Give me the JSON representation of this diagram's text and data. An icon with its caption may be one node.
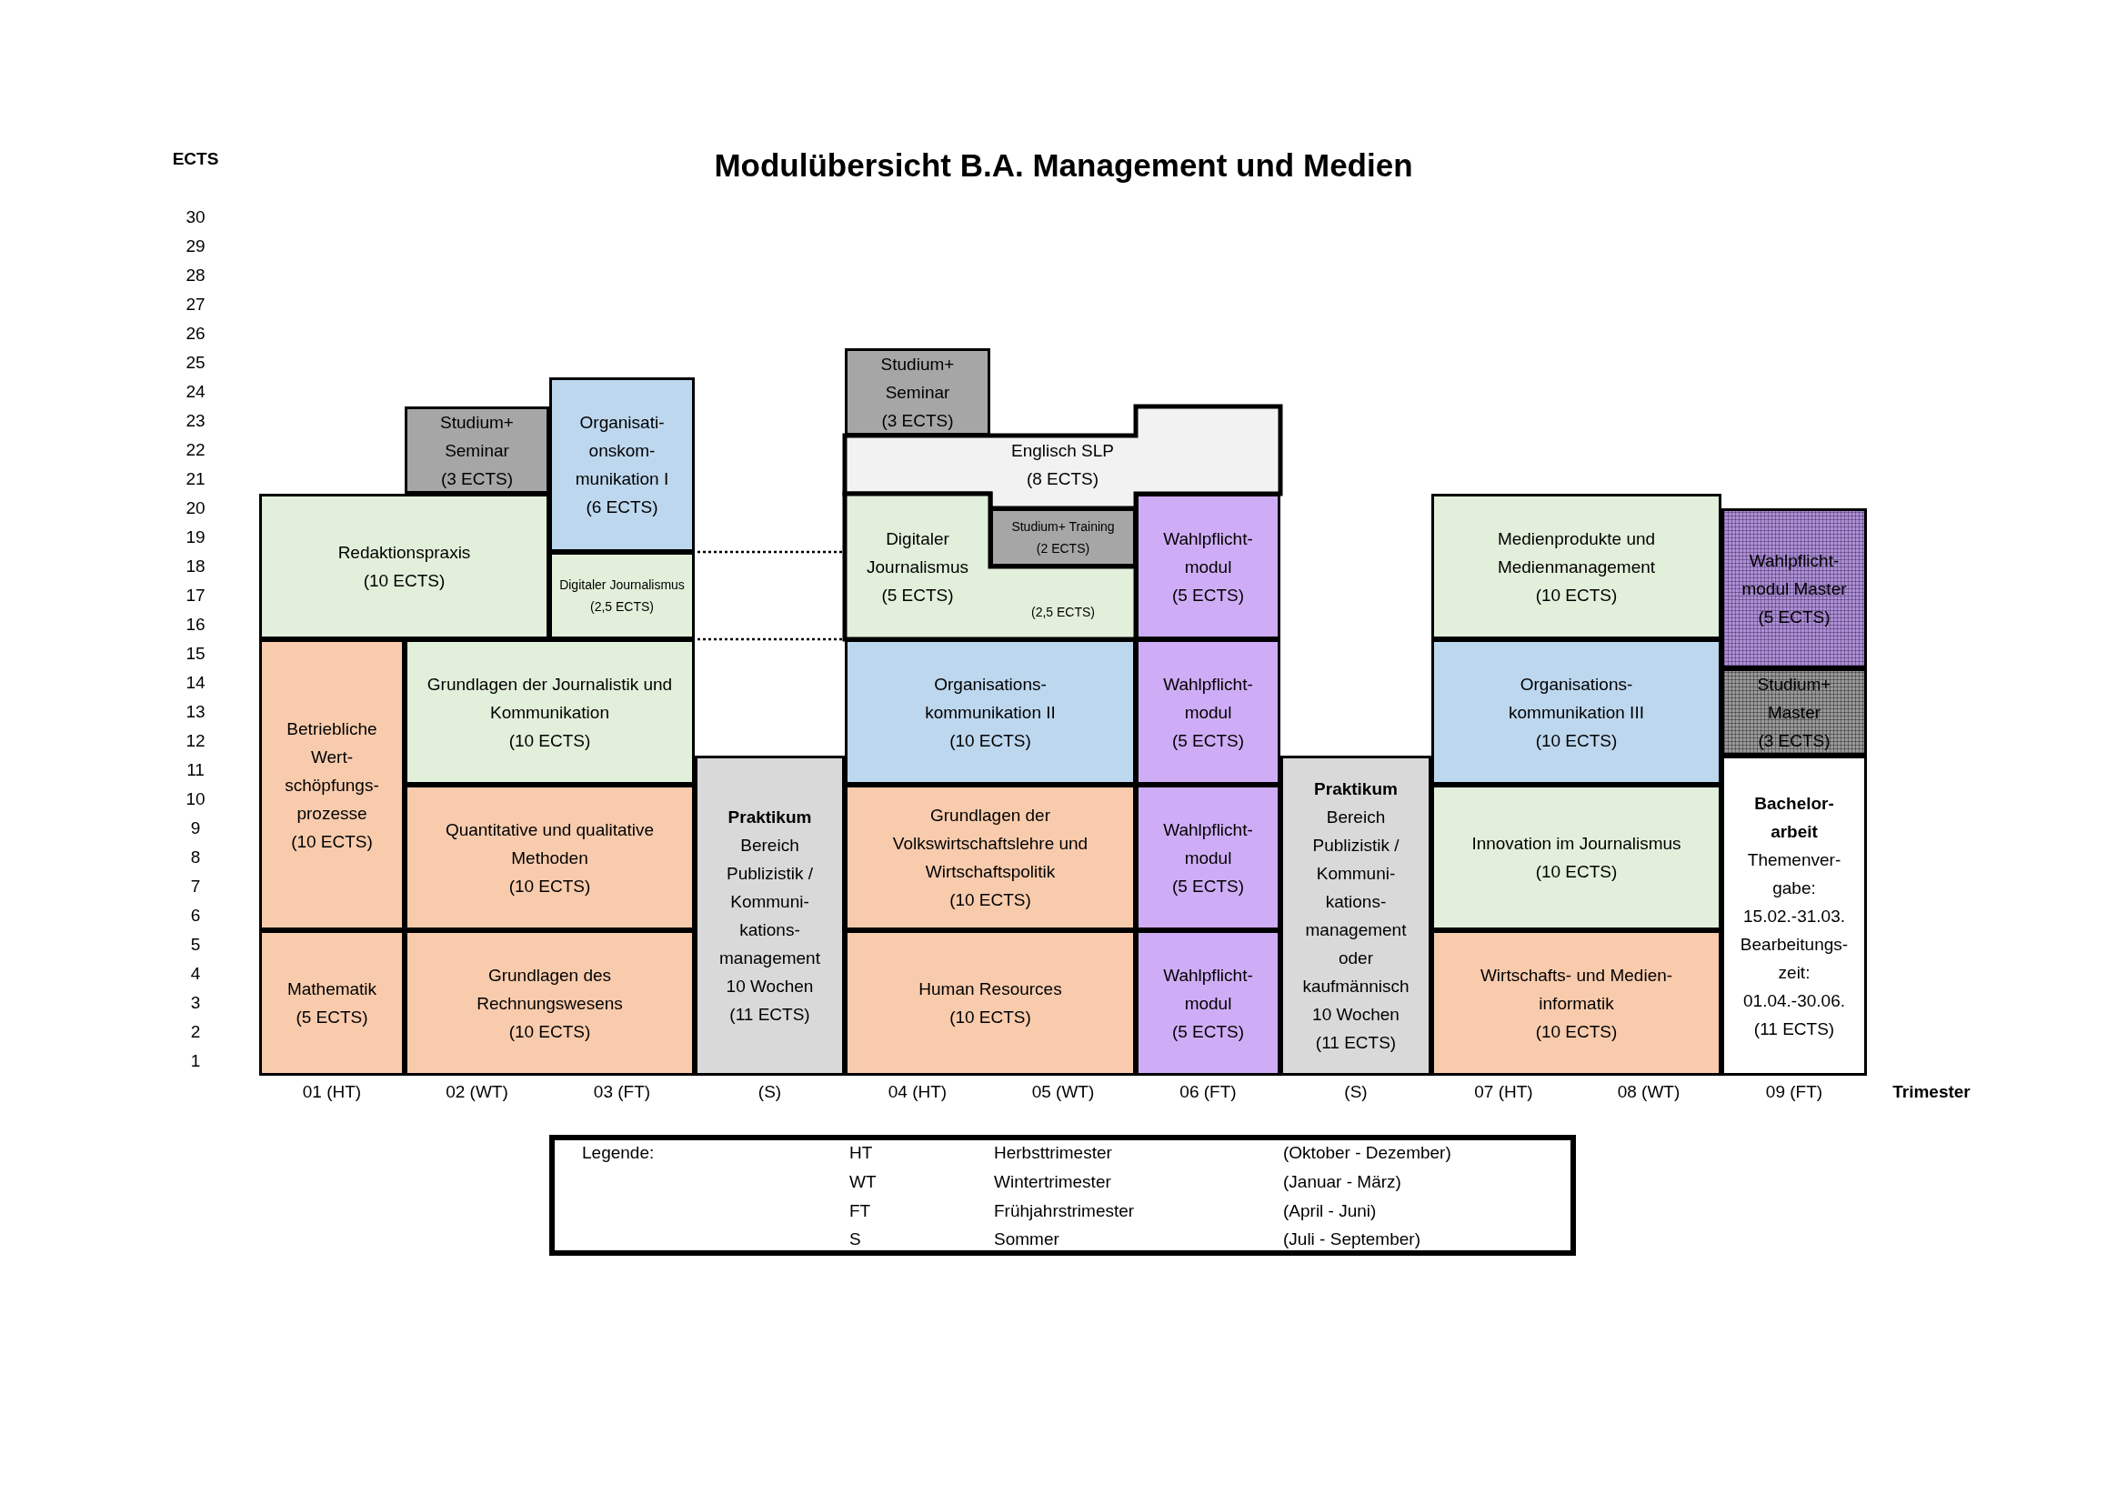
{
  "diagram": {
    "title": "Modulübersicht B.A. Management und Medien",
    "nodes": [
      {
        "text": [
          "Redaktionspraxis (10 ECTS)"
        ]
      },
      {
        "text": [
          "Studium+ Seminar (3 ECTS)"
        ]
      },
      {
        "text": [
          "Organisati- onskom- munikation I (6 ECTS)"
        ]
      },
      {
        "text": [
          "Digitaler Journalismus (2,5 ECTS)"
        ]
      },
      {
        "text": [
          "Grundlagen der Journalistik und Kommunikation (10 ECTS)"
        ]
      },
      {
        "text": [
          "Betriebliche Wert- schöpfungs- prozesse (10 ECTS)"
        ]
      },
      {
        "text": [
          "Quantitative und qualitative Methoden (10 ECTS)"
        ]
      },
      {
        "text": [
          "Mathematik (5 ECTS)"
        ]
      },
      {
        "text": [
          "Grundlagen des Rechnungswesens (10 ECTS)"
        ]
      },
      {
        "text": [
          "Praktikum",
          "Bereich Publizistik / Kommuni- kations- management 10 Wochen (11 ECTS)"
        ]
      },
      {
        "text": [
          "Studium+ Seminar (3 ECTS)"
        ]
      },
      {
        "text": [
          "Englisch SLP (8 ECTS)"
        ]
      },
      {
        "text": [
          "Digitaler Journalismus (5 ECTS)",
          "(2,5 ECTS)"
        ]
      },
      {
        "text": [
          "Studium+ Training (2 ECTS)"
        ]
      },
      {
        "text": [
          "Wahlpflicht- modul (5 ECTS)"
        ]
      },
      {
        "text": [
          "Organisations- kommunikation II (10 ECTS)"
        ]
      },
      {
        "text": [
          "Wahlpflicht- modul (5 ECTS)"
        ]
      },
      {
        "text": [
          "Grundlagen der Volkswirtschaftslehre und Wirtschaftspolitik (10 ECTS)"
        ]
      },
      {
        "text": [
          "Wahlpflicht- modul (5 ECTS)"
        ]
      },
      {
        "text": [
          "Human Resources (10 ECTS)"
        ]
      },
      {
        "text": [
          "Wahlpflicht- modul (5 ECTS)"
        ]
      },
      {
        "text": [
          "Praktikum",
          "Bereich Publizistik / Kommuni- kations- management oder kaufmännisch 10 Wochen (11 ECTS)"
        ]
      },
      {
        "text": [
          "Medienprodukte und Medienmanagement (10 ECTS)"
        ]
      },
      {
        "text": [
          "Organisations- kommunikation III (10 ECTS)"
        ]
      },
      {
        "text": [
          "Innovation im Journalismus (10 ECTS)"
        ]
      },
      {
        "text": [
          "Wirtschafts- und Medien- informatik (10 ECTS)"
        ]
      },
      {
        "text": [
          "Wahlpflicht- modul Master (5 ECTS)"
        ]
      },
      {
        "text": [
          "Studium+ Master (3 ECTS)"
        ]
      },
      {
        "text": [
          "Bachelor- arbeit",
          "Themenver- gabe: 15.02.-31.03. Bearbeitungs- zeit: 01.04.-30.06. (11 ECTS)"
        ]
      }
    ],
    "edges": [
      {
        "from": 3,
        "to": 12,
        "arrow": "none",
        "style": "dashed"
      },
      {
        "from": 3,
        "to": 12,
        "arrow": "none",
        "style": "dashed"
      }
    ],
    "labels": [
      "ECTS",
      "30",
      "29",
      "28",
      "27",
      "26",
      "25",
      "24",
      "23",
      "22",
      "21",
      "20",
      "19",
      "18",
      "17",
      "16",
      "15",
      "14",
      "13",
      "12",
      "11",
      "10",
      "9",
      "8",
      "7",
      "6",
      "5",
      "4",
      "3",
      "2",
      "1",
      "01 (HT)",
      "02 (WT)",
      "03 (FT)",
      "(S)",
      "04 (HT)",
      "05 (WT)",
      "06 (FT)",
      "(S)",
      "07 (HT)",
      "08 (WT)",
      "09 (FT)",
      "Trimester",
      "Legende:",
      "HT",
      "Herbsttrimester",
      "(Oktober - Dezember)",
      "WT",
      "Wintertrimester",
      "(Januar - März)",
      "FT",
      "Frühjahrstrimester",
      "(April - Juni)",
      "S",
      "Sommer",
      "(Juli - September)"
    ]
  }
}
